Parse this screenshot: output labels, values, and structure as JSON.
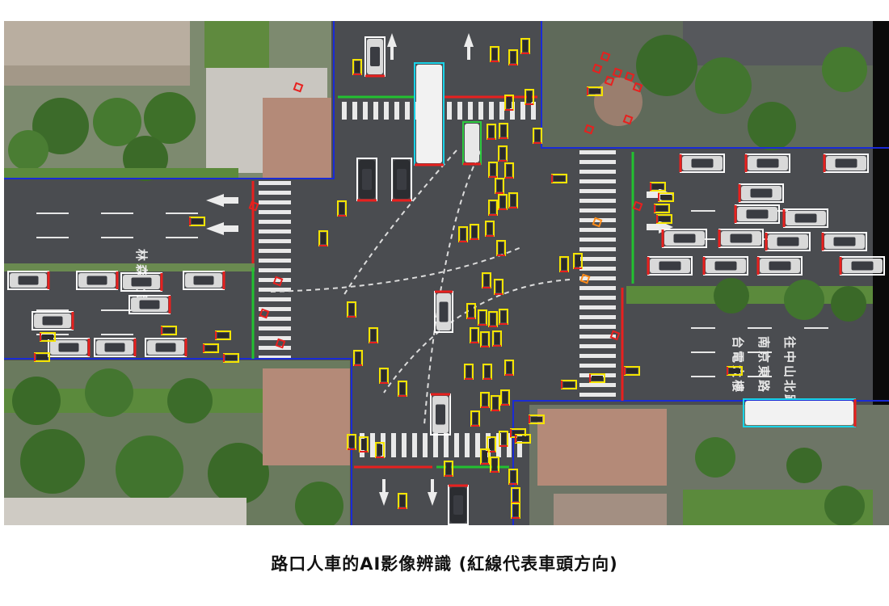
{
  "caption": "路口人車的AI影像辨識 (紅線代表車頭方向)",
  "road_markings": {
    "west_road": "林森北路",
    "east_road_1": "台電大樓",
    "east_road_2": "南京東路",
    "east_road_3": "往中山北路"
  },
  "colors": {
    "car_box": "#ffffff",
    "scooter_box": "#f5e400",
    "bus_box": "#19d3e8",
    "truck_box": "#2ecc40",
    "pedestrian_box": "#e8201e",
    "bicycle_box": "#ff8c1a",
    "heading_line": "#e8201e",
    "zone_line": "#1a2bd6",
    "stop_line_green": "#22c130",
    "stop_line_red": "#e8201e"
  }
}
